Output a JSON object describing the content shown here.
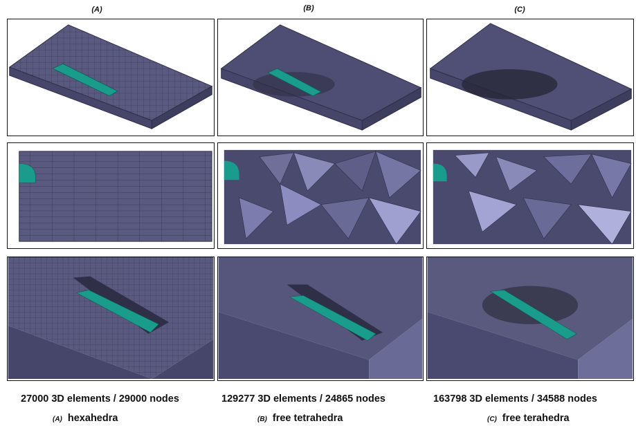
{
  "columns": [
    {
      "label": "(A)",
      "stats": "27000 3D elements / 29000 nodes",
      "tag": "(A)",
      "type": "hexahedra"
    },
    {
      "label": "(B)",
      "stats": "129277 3D elements / 24865 nodes",
      "tag": "(B)",
      "type": "free tetrahedra"
    },
    {
      "label": "(C)",
      "stats": "163798 3D elements / 34588 nodes",
      "tag": "(C)",
      "type": "free terahedra"
    }
  ],
  "colors": {
    "mesh_fill": "#5a5a80",
    "mesh_dark": "#3d3d5e",
    "mesh_light": "#9a9ac8",
    "weld_fill": "#1a9c8c"
  }
}
